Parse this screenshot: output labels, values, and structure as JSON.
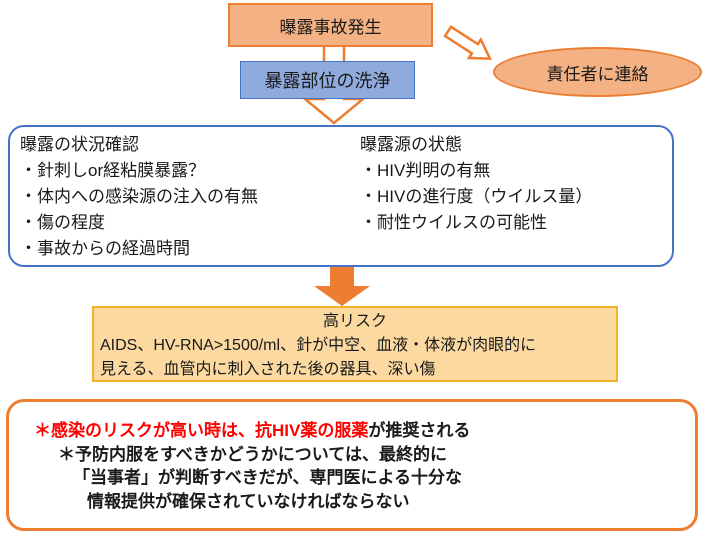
{
  "flow": {
    "start_box": "曝露事故発生",
    "wash_box": "暴露部位の洗浄",
    "contact_ellipse": "責任者に連絡"
  },
  "assessment": {
    "left": {
      "header": "曝露の状況確認",
      "items": [
        "・針刺しor経粘膜暴露？",
        "・体内への感染源の注入の有無",
        "・傷の程度",
        "・事故からの経過時間"
      ]
    },
    "right": {
      "header": "曝露源の状態",
      "items": [
        "・HIV判明の有無",
        "・HIVの進行度（ウイルス量）",
        "・耐性ウイルスの可能性"
      ]
    }
  },
  "high_risk": {
    "title": "高リスク",
    "lines": [
      "AIDS、HV-RNA>1500/ml、針が中空、血液・体液が肉眼的に",
      "見える、血管内に刺入された後の器具、深い傷"
    ]
  },
  "recommendation": {
    "line1_red": "＊感染のリスクが高い時は、抗HIV薬の服薬",
    "line1_black": "が推奨される",
    "line2": "＊予防内服をすべきかどうかについては、最終的に",
    "line3": "「当事者」が判断すべきだが、専門医による十分な",
    "line4": "情報提供が確保されていなければならない"
  },
  "icons": {
    "down_arrow_outline": "hollow-down-arrow",
    "right_arrow_outline": "hollow-right-arrow",
    "down_arrow_solid": "solid-down-arrow"
  },
  "colors": {
    "orange": "#ED7D31",
    "salmon_fill": "#F4B183",
    "blue_fill": "#8FAADC",
    "blue_border": "#4472C4",
    "gold_border": "#F0B429",
    "gold_fill": "#FBD9A0",
    "red": "#FF0000"
  }
}
